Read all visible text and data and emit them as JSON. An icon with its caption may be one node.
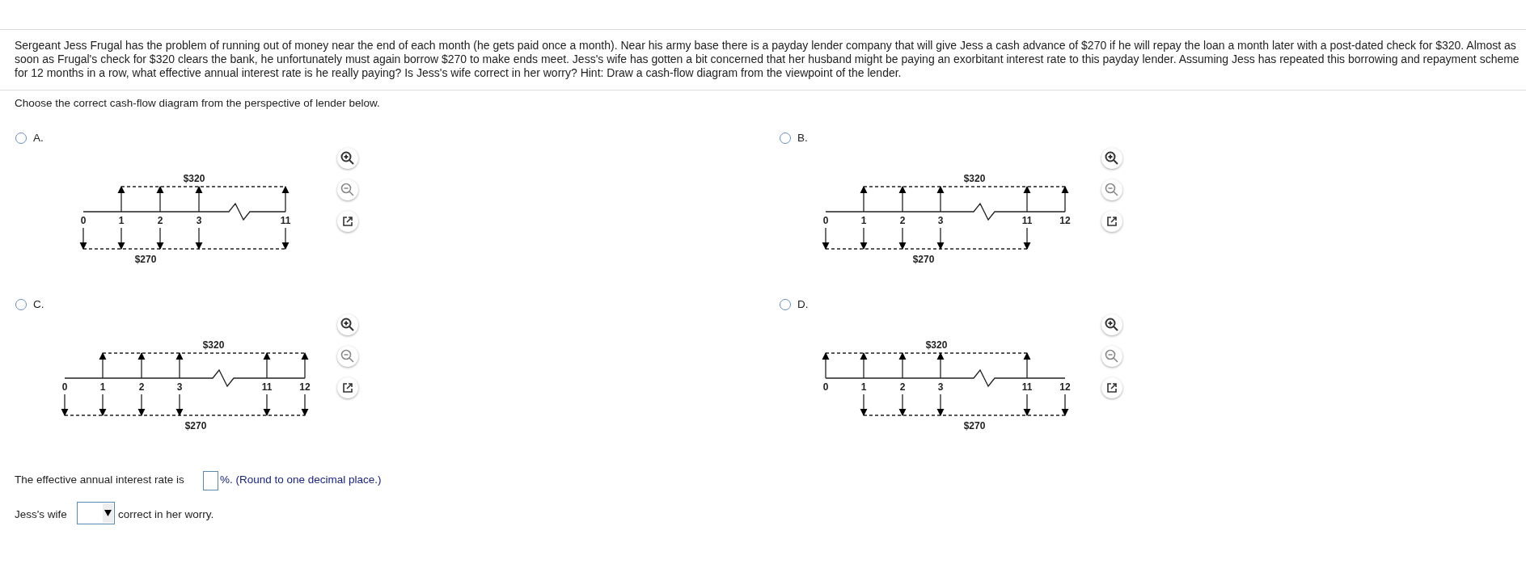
{
  "diagram": {
    "labels": [
      "Sergeant Jess Frugal has the problem of running out of money near the end of each month (he gets paid once a month). Near his army base there is a payday lender company that will give Jess a cash advance of $270 if he will repay the loan a month later with a post-dated check for $320. Almost as soon as Frugal's check for $320 clears the bank, he unfortunately must again borrow $270 to make ends meet. Jess's wife has gotten a bit concerned that her husband might be paying an exorbitant interest rate to this payday lender. Assuming Jess has repeated this borrowing and repayment scheme for 12 months in a row, what effective annual interest rate is he really paying? Is Jess's wife correct in her worry? Hint: Draw a cash-flow diagram from the viewpoint of the lender.",
      "Choose the correct cash-flow diagram from the perspective of lender below.",
      "A.",
      "$320",
      "0",
      "1",
      "2",
      "3",
      "11",
      "$270",
      "B.",
      "$320",
      "0",
      "1",
      "2",
      "3",
      "11",
      "12",
      "$270",
      "C.",
      "$320",
      "0",
      "1",
      "2",
      "3",
      "11",
      "12",
      "$270",
      "D.",
      "$320",
      "0",
      "1",
      "2",
      "3",
      "11",
      "12",
      "$270",
      "The effective annual interest rate is",
      "%. (Round to one decimal place.)",
      "Jess's wife",
      "correct in her worry."
    ]
  }
}
